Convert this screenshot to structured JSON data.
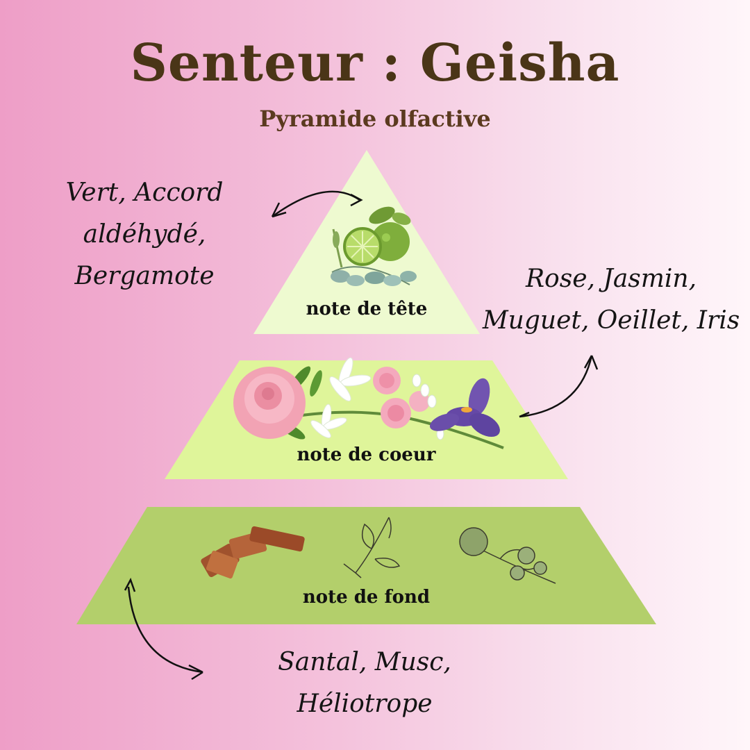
{
  "title": "Senteur : Geisha",
  "subtitle": "Pyramide olfactive",
  "colors": {
    "background_left": "#ee9ec7",
    "background_right": "#fff6fa",
    "tier_top": "#eefad0",
    "tier_middle": "#dff59a",
    "tier_bottom": "#b3cf6b",
    "title": "#4a3517"
  },
  "tiers": {
    "top": {
      "label": "note de tête",
      "notes_line1": "Vert, Accord",
      "notes_line2": "aldéhydé, Bergamote",
      "illustration": "bergamot-lime-eucalyptus"
    },
    "middle": {
      "label": "note de coeur",
      "notes_line1": "Rose, Jasmin,",
      "notes_line2": "Muguet, Oeillet, Iris",
      "illustration": "rose-jasmine-carnation-lily-iris"
    },
    "bottom": {
      "label": "note de fond",
      "notes_line1": "Santal, Musc,",
      "notes_line2": "Héliotrope",
      "illustration": "sandalwood-herbs-heliotrope"
    }
  }
}
